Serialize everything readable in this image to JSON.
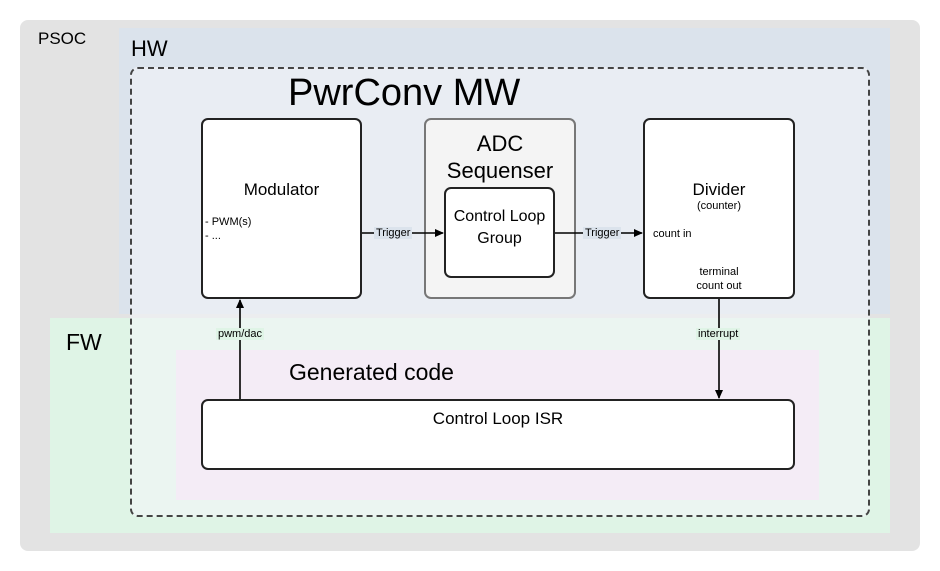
{
  "containers": {
    "psoc": "PSOC",
    "hw": "HW",
    "fw": "FW",
    "middleware": "PwrConv MW",
    "generated": "Generated code"
  },
  "blocks": {
    "modulator": {
      "title": "Modulator",
      "items": [
        "- PWM(s)",
        "- ..."
      ]
    },
    "adc": {
      "title_line1": "ADC",
      "title_line2": "Sequenser"
    },
    "control_loop_group": {
      "line1": "Control Loop",
      "line2": "Group"
    },
    "divider": {
      "title": "Divider",
      "subtitle": "(counter)",
      "count_in": "count in",
      "terminal_line1": "terminal",
      "terminal_line2": "count out"
    },
    "isr": {
      "title": "Control Loop ISR"
    }
  },
  "edges": {
    "trigger1": "Trigger",
    "trigger2": "Trigger",
    "pwm_dac": "pwm/dac",
    "interrupt": "interrupt"
  }
}
